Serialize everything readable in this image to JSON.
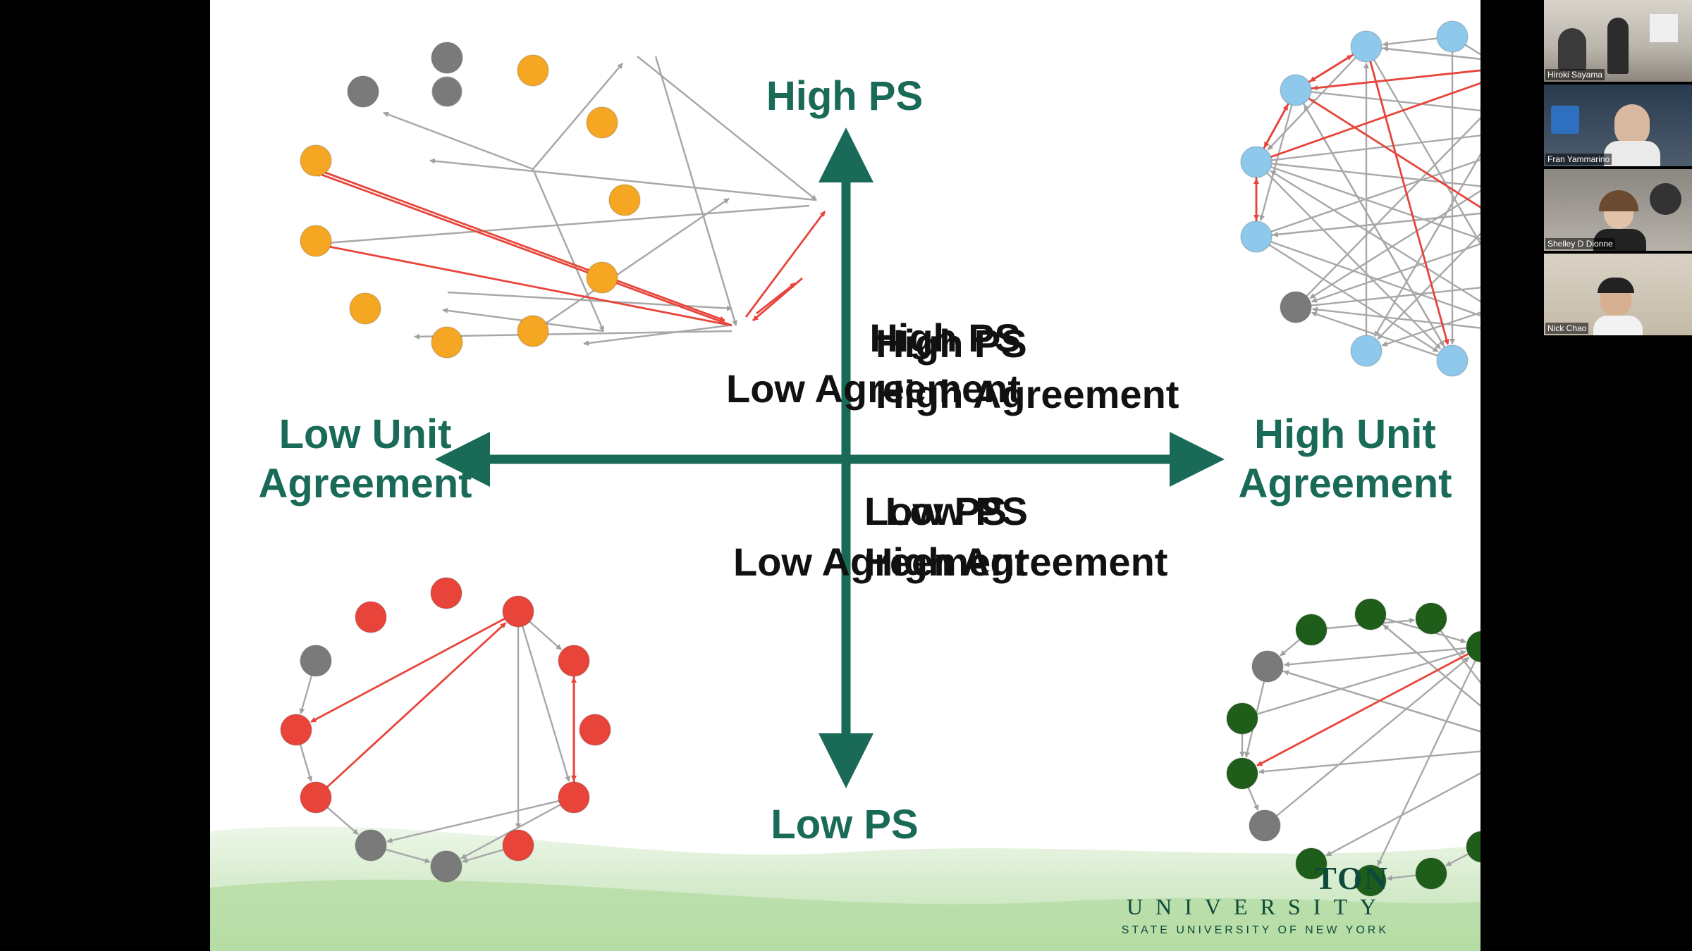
{
  "slide": {
    "axes": {
      "top": "High PS",
      "bottom": "Low PS",
      "left": [
        "Low Unit",
        "Agreement"
      ],
      "right": [
        "High Unit",
        "Agreement"
      ]
    },
    "quadrants": {
      "top_left": [
        "High PS",
        "Low Agreement"
      ],
      "top_right": [
        "High PS",
        "High Agreement"
      ],
      "bottom_left": [
        "Low PS",
        "Low Agreement"
      ],
      "bottom_right": [
        "Low PS",
        "High Agreement"
      ]
    },
    "logo": {
      "line1": "TON",
      "line2": "UNIVERSITY",
      "line3": "STATE UNIVERSITY OF NEW YORK"
    },
    "colors": {
      "axis": "#1a6a58",
      "orange_node": "#f5a623",
      "blue_node": "#8ec8ea",
      "red_node": "#e8443a",
      "green_node": "#1e5e1a",
      "gray_node": "#7a7a7a",
      "edge": "#a8a8a8",
      "red_edge": "#e8443a"
    }
  },
  "participants": [
    {
      "name": "Hiroki Sayama"
    },
    {
      "name": "Fran Yammarino"
    },
    {
      "name": "Shelley D Dionne"
    },
    {
      "name": "Nick Chao"
    }
  ]
}
